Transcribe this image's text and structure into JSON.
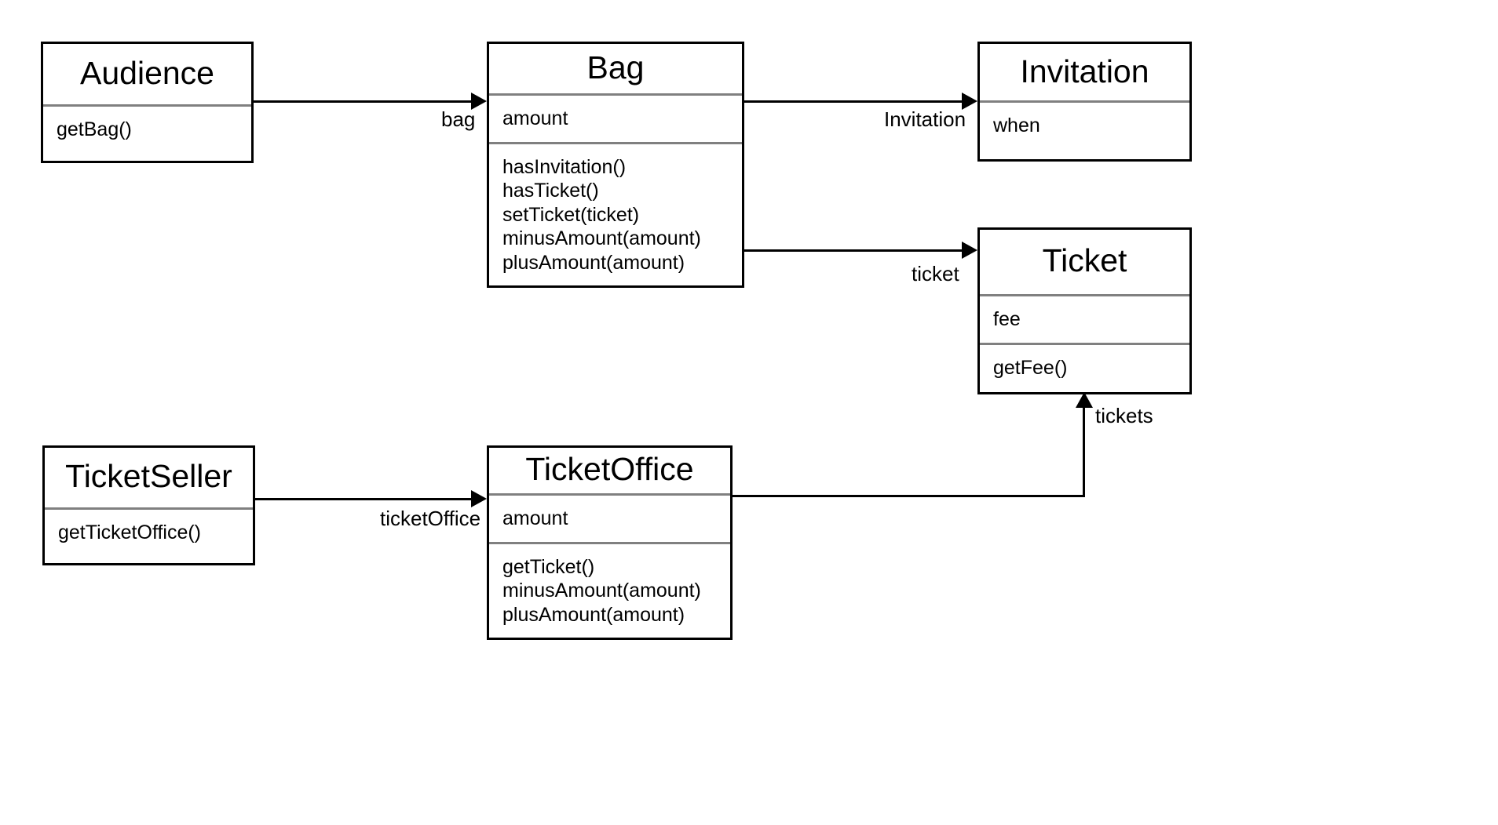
{
  "diagram": {
    "type": "uml-class-diagram",
    "background_color": "#ffffff",
    "border_color": "#000000",
    "divider_color": "#808080",
    "classes": [
      {
        "id": "audience",
        "name": "Audience",
        "attributes": [],
        "operations": [
          "getBag()"
        ]
      },
      {
        "id": "bag",
        "name": "Bag",
        "attributes": [
          "amount"
        ],
        "operations": [
          "hasInvitation()",
          "hasTicket()",
          "setTicket(ticket)",
          "minusAmount(amount)",
          "plusAmount(amount)"
        ]
      },
      {
        "id": "invitation",
        "name": "Invitation",
        "attributes": [
          "when"
        ],
        "operations": []
      },
      {
        "id": "ticket",
        "name": "Ticket",
        "attributes": [
          "fee"
        ],
        "operations": [
          "getFee()"
        ]
      },
      {
        "id": "ticketseller",
        "name": "TicketSeller",
        "attributes": [],
        "operations": [
          "getTicketOffice()"
        ]
      },
      {
        "id": "ticketoffice",
        "name": "TicketOffice",
        "attributes": [
          "amount"
        ],
        "operations": [
          "getTicket()",
          "minusAmount(amount)",
          "plusAmount(amount)"
        ]
      }
    ],
    "associations": [
      {
        "id": "bag",
        "label": "bag",
        "from": "Audience",
        "to": "Bag"
      },
      {
        "id": "invitation",
        "label": "Invitation",
        "from": "Bag",
        "to": "Invitation"
      },
      {
        "id": "ticket",
        "label": "ticket",
        "from": "Bag",
        "to": "Ticket"
      },
      {
        "id": "ticketoffice",
        "label": "ticketOffice",
        "from": "TicketSeller",
        "to": "TicketOffice"
      },
      {
        "id": "tickets",
        "label": "tickets",
        "from": "TicketOffice",
        "to": "Ticket"
      }
    ]
  }
}
